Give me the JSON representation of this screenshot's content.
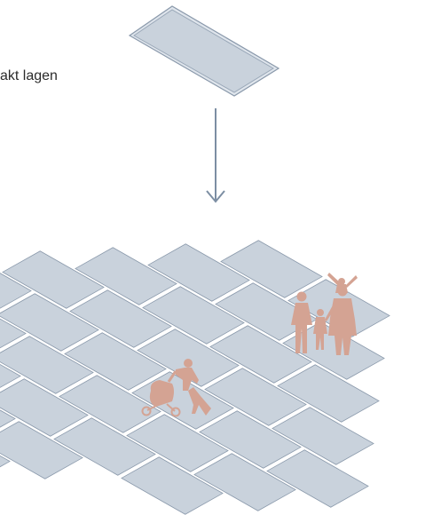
{
  "caption": "akt lagen",
  "colors": {
    "tile_fill": "#c9d2dc",
    "tile_stroke": "#8a99ab",
    "arrow": "#7c8ea3",
    "figures": "#d4a393"
  },
  "icons": {
    "single_tile": "single-paving-tile-icon",
    "arrow": "down-arrow-icon",
    "paved_area": "paved-tile-grid",
    "figures": [
      "person-with-stroller",
      "family-group"
    ]
  }
}
